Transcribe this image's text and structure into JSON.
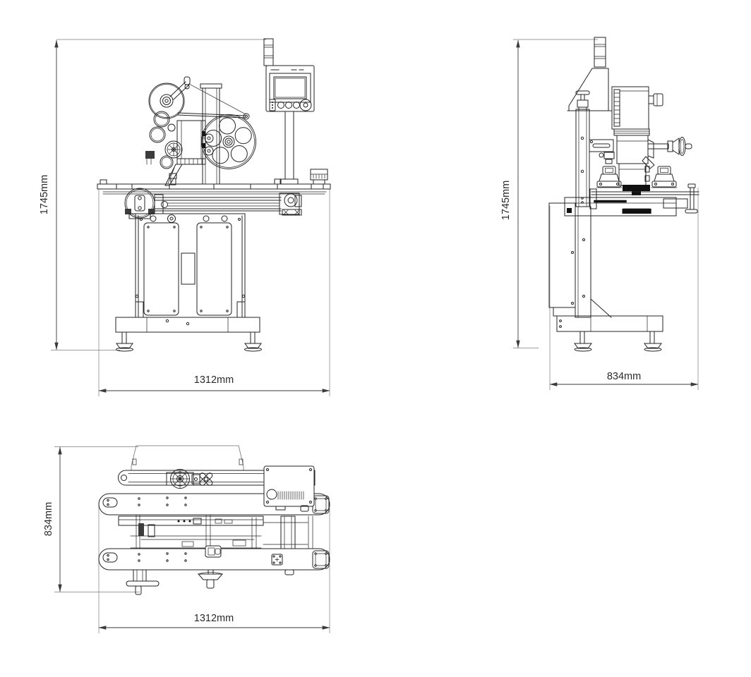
{
  "drawing": {
    "type": "technical-drawing-3-views",
    "background": "#ffffff",
    "line_color": "#232323",
    "dimension_color": "#3a3a3a",
    "views": {
      "front": {
        "height_dim": "1745mm",
        "width_dim": "1312mm"
      },
      "side": {
        "height_dim": "1745mm",
        "width_dim": "834mm"
      },
      "top": {
        "depth_dim": "834mm",
        "width_dim": "1312mm"
      }
    }
  }
}
